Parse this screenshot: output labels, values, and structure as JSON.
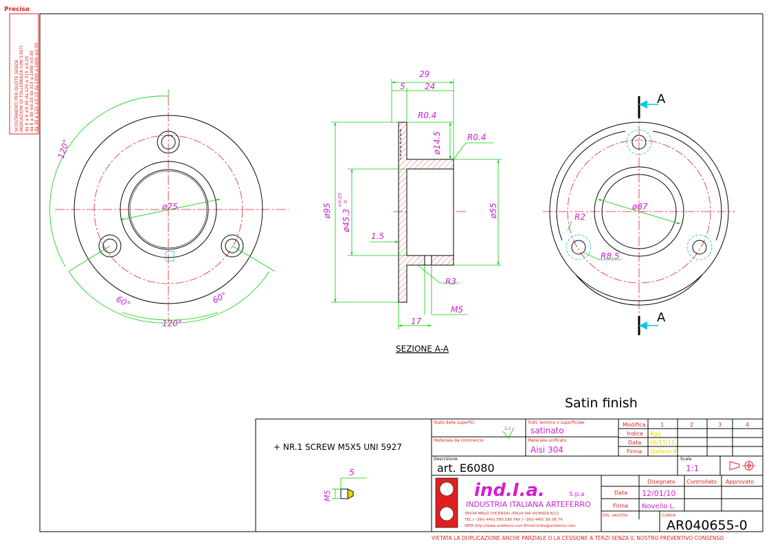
{
  "page_label": "Preciso",
  "tolerance_table": {
    "header1": "SCOSTAMENTI PER QUOTE SENZA",
    "header2": "INDICAZIONI DI TOLLERANZA (UNI 5307)",
    "rows": [
      "da 0 a 6 ±0.05  da 120 a 315 ±0.20",
      "da 6 a 30 ±0.10  da 315 a 1000 ±0.30",
      "da 30 a 120 ±0.15  da 1000 a 2000 ±0.50"
    ]
  },
  "left_view": {
    "dia": "ø75",
    "angle_top": "120°",
    "angle_left": "60°",
    "angle_right": "60°",
    "angle_bottom": "120°"
  },
  "section_view": {
    "dim_29": "29",
    "dim_5": "5",
    "dim_24": "24",
    "r04_top": "R0.4",
    "dia_145": "ø14.5",
    "r04_right": "R0.4",
    "dia_95": "ø95",
    "dia_453": "ø45.3",
    "tol_upper": "+0.05",
    "tol_lower": "0",
    "dia_55": "ø55",
    "dim_15": "1.5",
    "r3": "R3",
    "m5": "M5",
    "dim_17": "17",
    "title": "SEZIONE A-A"
  },
  "right_view": {
    "cut_label_top": "A",
    "cut_label_bottom": "A",
    "dia_87": "ø87",
    "r2": "R2",
    "r85": "R8.5"
  },
  "note": "Satin finish",
  "parts_note": "+ NR.1 SCREW M5X5 UNI 5927",
  "screw_detail": {
    "dim_5": "5",
    "m5": "M5"
  },
  "title_block": {
    "stato_label": "Stato delle superfici",
    "roughness": "3.2",
    "tratt_label": "Tratt. termico o superficiale",
    "tratt_value": "satinato",
    "mat_comm_label": "Materiale da commercio",
    "mat_unif_label": "Materiale unificato",
    "mat_unif_value": "Aisi 304",
    "modifica_label": "Modifica",
    "indice_label": "Indice",
    "data_label": "Data",
    "firma_label": "Firma",
    "mod_cols": [
      "1",
      "2",
      "3",
      "4"
    ],
    "indice_1": "Agg.",
    "data_1": "06/11/12",
    "firma_1": "Stefano B.",
    "descr_label": "Descrizione",
    "descr_value": "art. E6080",
    "scala_label": "Scala",
    "scala_value": "1:1",
    "company_logo": "ind.I.a.",
    "company_suffix": "S.p.a",
    "company_name": "INDUSTRIA ITALIANA ARTEFERRO",
    "address": "36034 MALO (VICENZA)    ITALIA    VIA VICENZA 8/12",
    "phones": "TEL.(--39)(-445) 580.580  FAX (--39)(-445) 58.08.74",
    "web": "WEB http://www.arteferro.com  Email-india@arteferro.com",
    "disegnato_label": "Disegnato",
    "controllato_label": "Controllato",
    "approvato_label": "Approvato",
    "data_row_label": "Data",
    "data_value": "12/01/10",
    "firma_row_label": "Firma",
    "firma_value": "Novello L.",
    "dis_vecchio_label": "Dis. vecchio",
    "codice_label": "Codice",
    "codice_value": "AR040655-0"
  },
  "footer": "VIETATA LA DUPLICAZIONE ANCHE PARZIALE O LA CESSIONE A TERZI SENZA IL NOSTRO PREVENTIVO CONSENSO",
  "colors": {
    "outline": "#000000",
    "centerline": "#e02020",
    "dimension": "#00cc00",
    "text": "#d020d0",
    "hidden": "#00c8e0",
    "hatch": "#e03030",
    "title_red": "#e02020",
    "label_yellow": "#e8d800"
  }
}
